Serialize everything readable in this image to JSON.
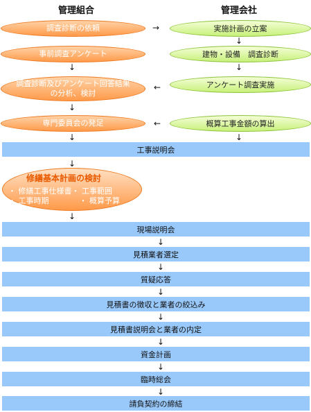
{
  "headers": {
    "left": "管理組合",
    "right": "管理会社"
  },
  "left_steps": [
    "調査診断の依頼",
    "事前調査アンケート",
    "調査診断及びアンケート回答結果の分析、検討",
    "専門委員会の発足"
  ],
  "right_steps": [
    "実施計画の立案",
    "建物・設備　調査診断",
    "アンケート調査実施",
    "概算工事金額の算出"
  ],
  "bars": [
    "工事説明会",
    "現場説明会",
    "見積業者選定",
    "質疑応答",
    "見積書の徴収と業者の絞込み",
    "見積書説明会と業者の内定",
    "資金計画",
    "臨時総会",
    "請負契約の締結"
  ],
  "plan": {
    "title": "修繕基本計画の検討",
    "items": [
      "・ 修繕工事仕様書・ 工事範囲",
      "・ 工事時期　　　　・ 概算予算"
    ]
  },
  "arrows": {
    "down": "↓",
    "right": "→",
    "left": "←"
  }
}
